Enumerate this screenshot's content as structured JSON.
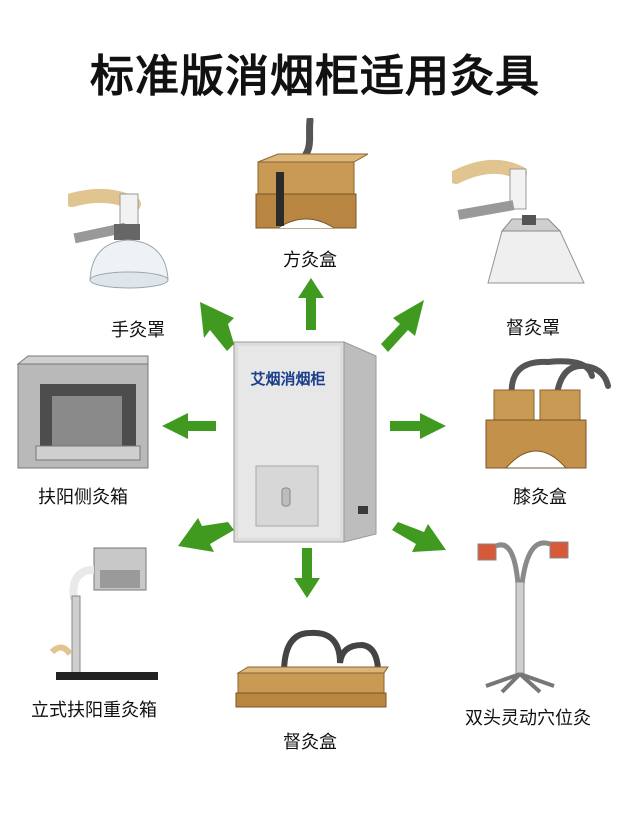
{
  "title": "标准版消烟柜适用灸具",
  "cabinet_label": "艾烟消烟柜",
  "colors": {
    "arrow": "#3f9a1f",
    "wood": "#c99a54",
    "hose": "#555555"
  },
  "items": {
    "square_box": "方灸盒",
    "hand_cover": "手灸罩",
    "du_cover": "督灸罩",
    "side_box": "扶阳侧灸箱",
    "knee_box": "膝灸盒",
    "standing_box": "立式扶阳重灸箱",
    "du_box": "督灸盒",
    "double_head": "双头灵动穴位灸"
  }
}
